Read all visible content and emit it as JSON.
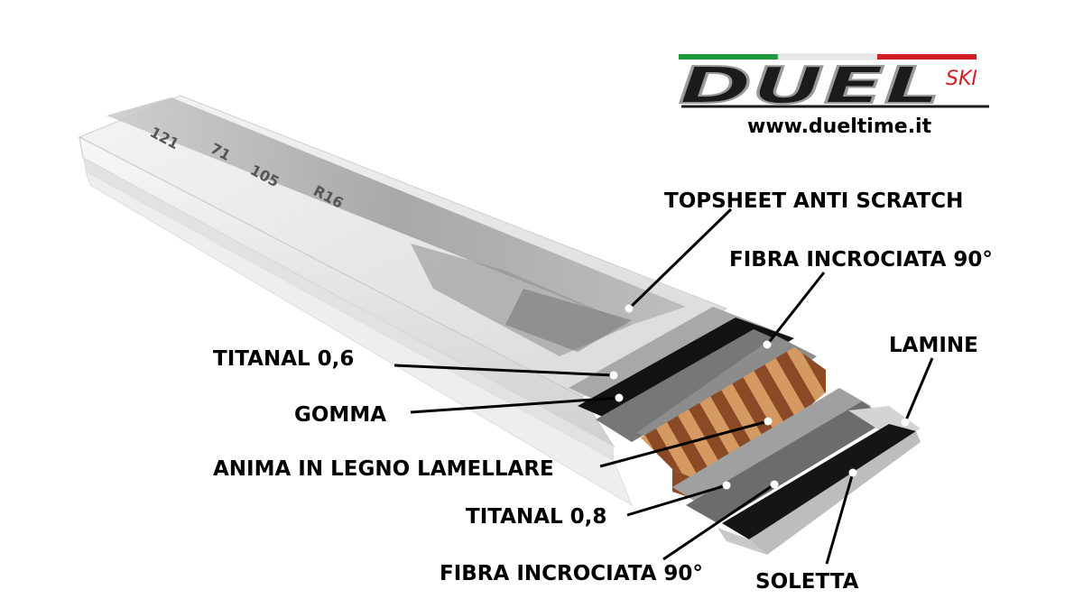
{
  "logo": {
    "brand": "DUEL",
    "suffix": "SKI",
    "url": "www.dueltime.it",
    "colors": {
      "green": "#1f9a3a",
      "white": "#ffffff",
      "red": "#d21f26",
      "dark": "#1b1b1b"
    }
  },
  "topsheet_print": [
    "121",
    "71",
    "105",
    "R16"
  ],
  "labels": {
    "topsheet": "TOPSHEET ANTI SCRATCH",
    "fibra_top": "FIBRA INCROCIATA 90°",
    "lamine": "LAMINE",
    "titanal_06": "TITANAL 0,6",
    "gomma": "GOMMA",
    "anima": "ANIMA IN LEGNO LAMELLARE",
    "titanal_08": "TITANAL 0,8",
    "fibra_bottom": "FIBRA INCROCIATA 90°",
    "soletta": "SOLETTA"
  },
  "colors": {
    "wood_dark": "#8a4a26",
    "wood_light": "#d49a62",
    "titanal": "#a8a8a8",
    "rubber": "#121212",
    "fiber": "#7a7a7a",
    "base": "#0d0d0d",
    "edge": "#cfcfcf"
  }
}
